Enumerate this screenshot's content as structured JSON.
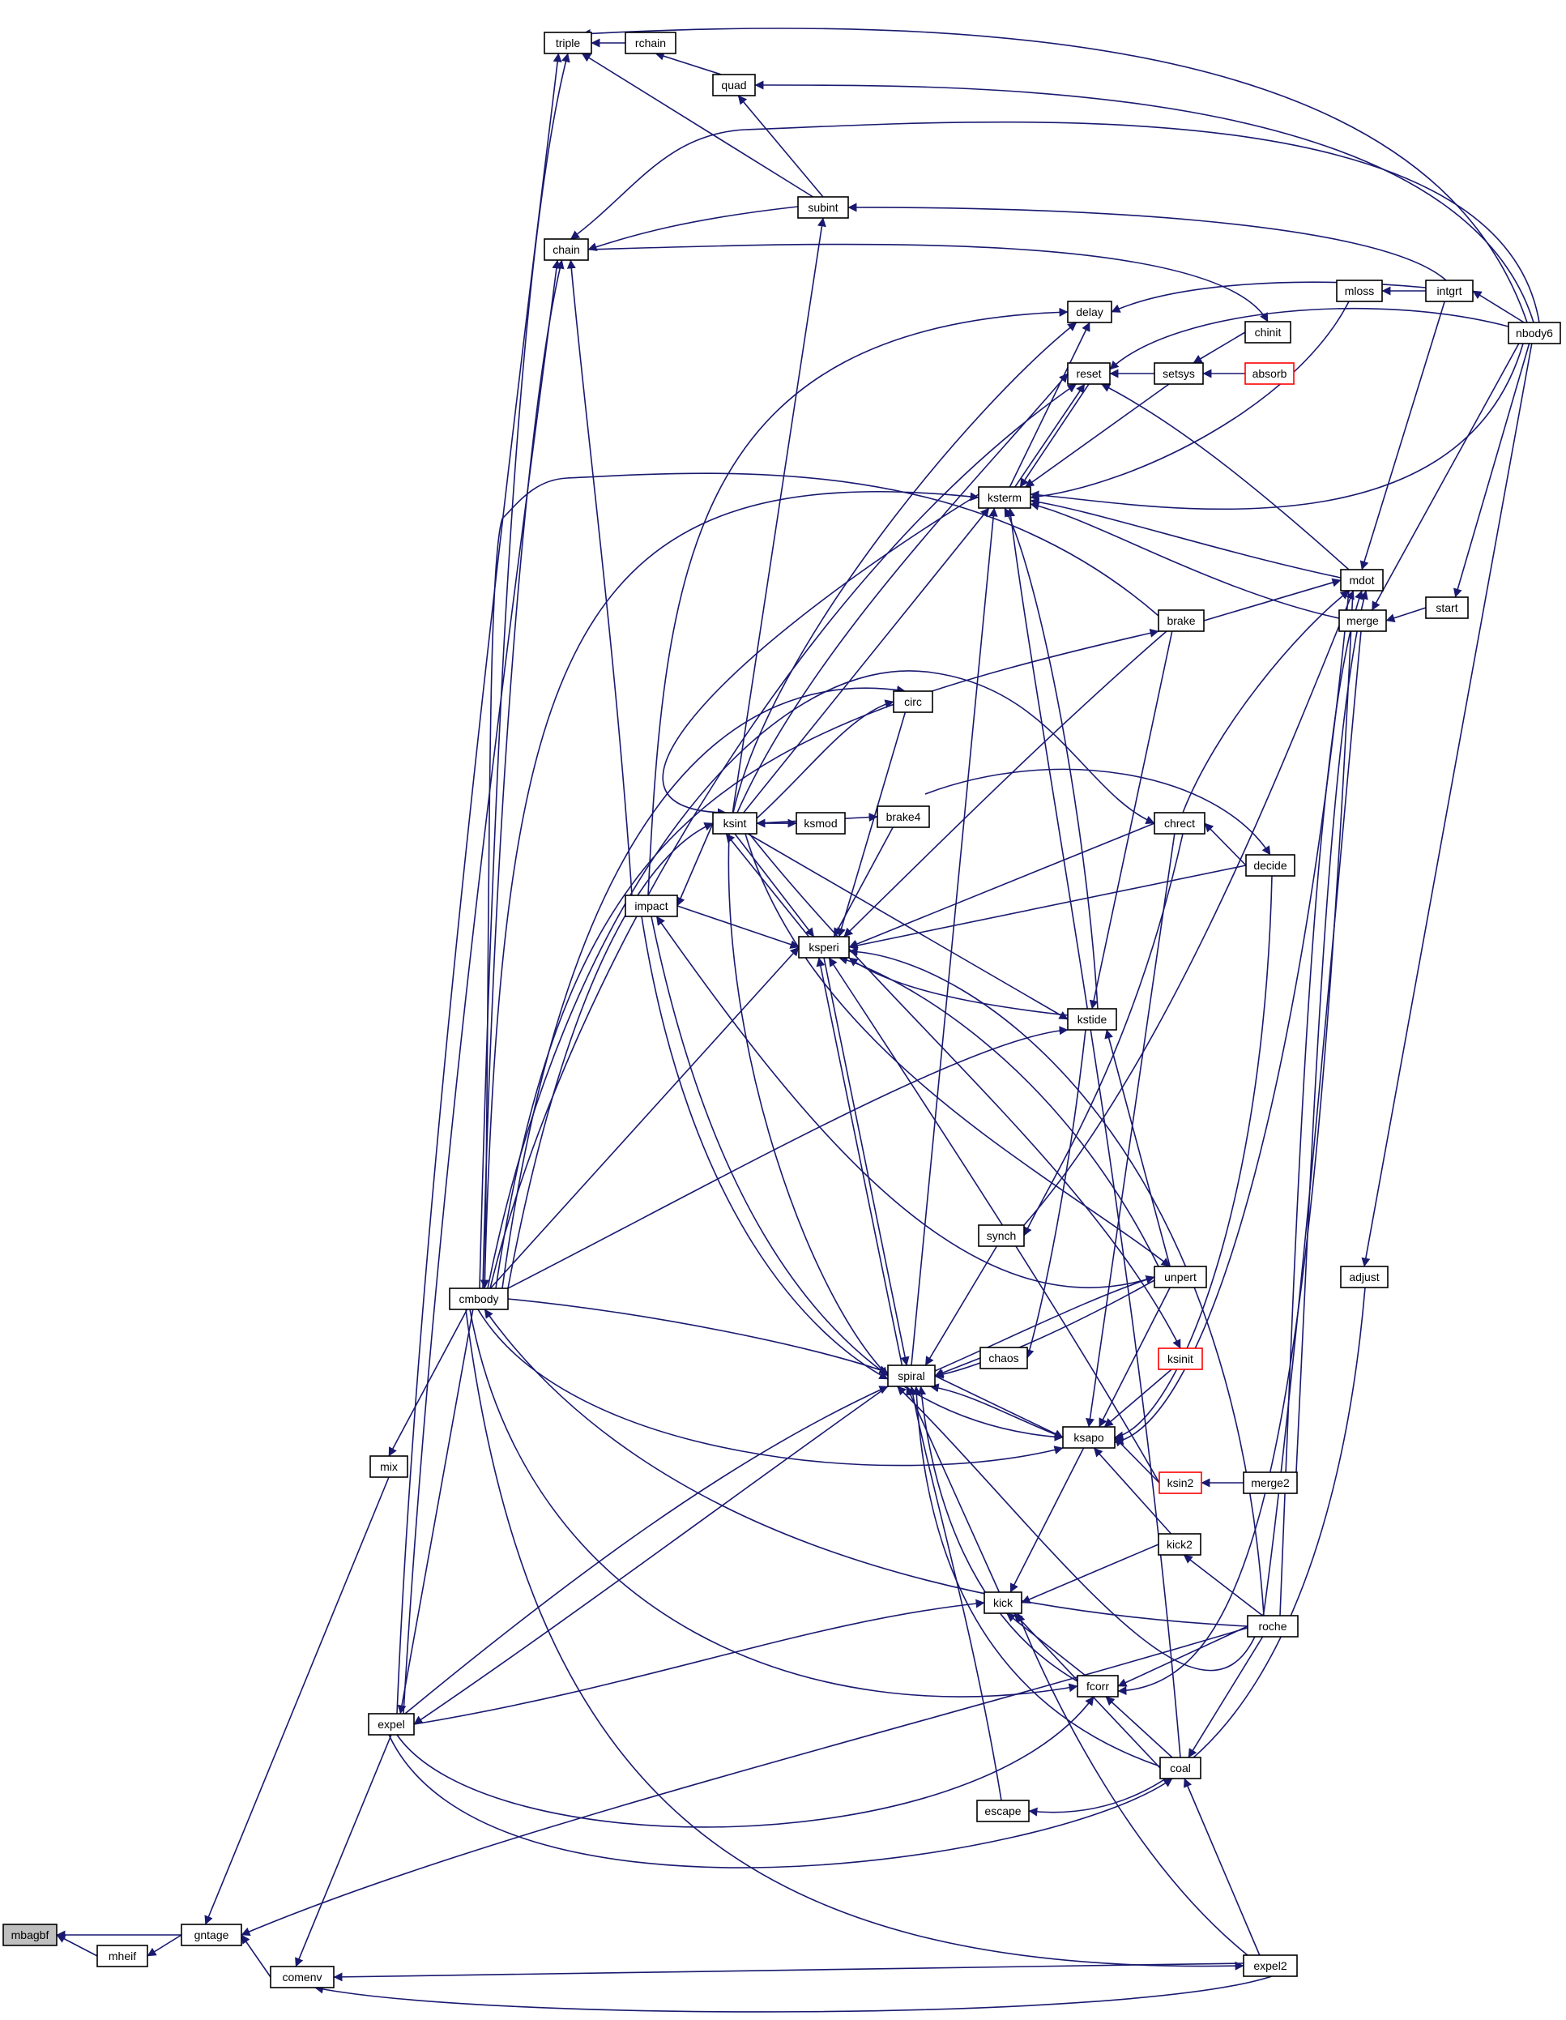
{
  "colors": {
    "edge": "#191970",
    "node_border": "#000000",
    "node_border_incomplete": "#ff0000",
    "focus_node_fill": "#bfbfbf",
    "node_fill": "#ffffff"
  },
  "nodes": [
    {
      "id": "mbagbf",
      "label": "mbagbf",
      "style": "focus"
    },
    {
      "id": "mheif",
      "label": "mheif",
      "style": "normal"
    },
    {
      "id": "gntage",
      "label": "gntage",
      "style": "normal"
    },
    {
      "id": "comenv",
      "label": "comenv",
      "style": "normal"
    },
    {
      "id": "mix",
      "label": "mix",
      "style": "normal"
    },
    {
      "id": "expel",
      "label": "expel",
      "style": "normal"
    },
    {
      "id": "cmbody",
      "label": "cmbody",
      "style": "normal"
    },
    {
      "id": "triple",
      "label": "triple",
      "style": "normal"
    },
    {
      "id": "chain",
      "label": "chain",
      "style": "normal"
    },
    {
      "id": "rchain",
      "label": "rchain",
      "style": "normal"
    },
    {
      "id": "quad",
      "label": "quad",
      "style": "normal"
    },
    {
      "id": "subint",
      "label": "subint",
      "style": "normal"
    },
    {
      "id": "impact",
      "label": "impact",
      "style": "normal"
    },
    {
      "id": "ksint",
      "label": "ksint",
      "style": "normal"
    },
    {
      "id": "ksmod",
      "label": "ksmod",
      "style": "normal"
    },
    {
      "id": "ksperi",
      "label": "ksperi",
      "style": "normal"
    },
    {
      "id": "spiral",
      "label": "spiral",
      "style": "normal"
    },
    {
      "id": "circ",
      "label": "circ",
      "style": "normal"
    },
    {
      "id": "brake4",
      "label": "brake4",
      "style": "normal"
    },
    {
      "id": "synch",
      "label": "synch",
      "style": "normal"
    },
    {
      "id": "chaos",
      "label": "chaos",
      "style": "normal"
    },
    {
      "id": "kick",
      "label": "kick",
      "style": "normal"
    },
    {
      "id": "escape",
      "label": "escape",
      "style": "normal"
    },
    {
      "id": "delay",
      "label": "delay",
      "style": "normal"
    },
    {
      "id": "reset",
      "label": "reset",
      "style": "normal"
    },
    {
      "id": "ksterm",
      "label": "ksterm",
      "style": "normal"
    },
    {
      "id": "kstide",
      "label": "kstide",
      "style": "normal"
    },
    {
      "id": "ksapo",
      "label": "ksapo",
      "style": "normal"
    },
    {
      "id": "fcorr",
      "label": "fcorr",
      "style": "normal"
    },
    {
      "id": "setsys",
      "label": "setsys",
      "style": "normal"
    },
    {
      "id": "brake",
      "label": "brake",
      "style": "normal"
    },
    {
      "id": "chrect",
      "label": "chrect",
      "style": "normal"
    },
    {
      "id": "unpert",
      "label": "unpert",
      "style": "normal"
    },
    {
      "id": "ksinit",
      "label": "ksinit",
      "style": "incomplete"
    },
    {
      "id": "ksin2",
      "label": "ksin2",
      "style": "incomplete"
    },
    {
      "id": "kick2",
      "label": "kick2",
      "style": "normal"
    },
    {
      "id": "coal",
      "label": "coal",
      "style": "normal"
    },
    {
      "id": "chinit",
      "label": "chinit",
      "style": "normal"
    },
    {
      "id": "absorb",
      "label": "absorb",
      "style": "incomplete"
    },
    {
      "id": "decide",
      "label": "decide",
      "style": "normal"
    },
    {
      "id": "merge2",
      "label": "merge2",
      "style": "normal"
    },
    {
      "id": "roche",
      "label": "roche",
      "style": "normal"
    },
    {
      "id": "expel2",
      "label": "expel2",
      "style": "normal"
    },
    {
      "id": "mloss",
      "label": "mloss",
      "style": "normal"
    },
    {
      "id": "mdot",
      "label": "mdot",
      "style": "normal"
    },
    {
      "id": "merge",
      "label": "merge",
      "style": "normal"
    },
    {
      "id": "adjust",
      "label": "adjust",
      "style": "normal"
    },
    {
      "id": "intgrt",
      "label": "intgrt",
      "style": "normal"
    },
    {
      "id": "start",
      "label": "start",
      "style": "normal"
    },
    {
      "id": "nbody6",
      "label": "nbody6",
      "style": "normal"
    }
  ]
}
